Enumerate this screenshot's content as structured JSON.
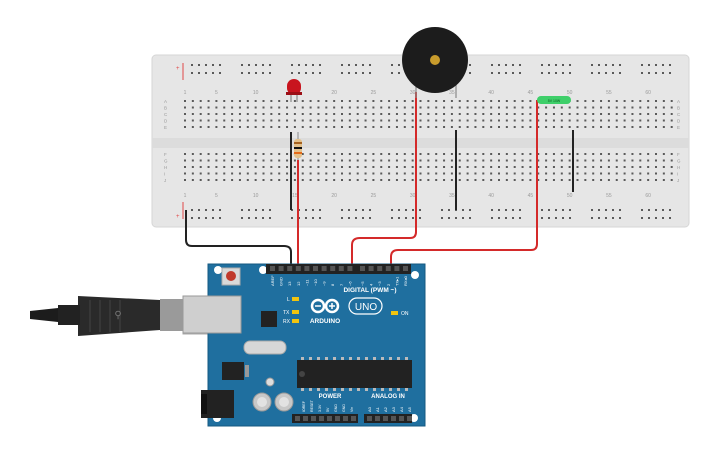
{
  "breadboard": {
    "column_numbers_top": [
      "1",
      "5",
      "10",
      "15",
      "20",
      "25",
      "30",
      "35",
      "40",
      "45",
      "50",
      "55",
      "60"
    ],
    "column_numbers_bottom": [
      "1",
      "5",
      "10",
      "15",
      "20",
      "25",
      "30",
      "35",
      "40",
      "45",
      "50",
      "55",
      "60"
    ],
    "row_letters_top": [
      "A",
      "B",
      "C",
      "D",
      "E"
    ],
    "row_letters_bottom": [
      "F",
      "G",
      "H",
      "I",
      "J"
    ]
  },
  "components": {
    "led_color": "#c8141e",
    "resistor_colors": [
      "#a5611e",
      "#111111",
      "#e36a1a"
    ],
    "green_module_label": "5V 10W",
    "buzzer_color": "#1c1c1c"
  },
  "arduino": {
    "brand": "ARDUINO",
    "model": "UNO",
    "digital_header_label": "DIGITAL (PWM ~)",
    "power_label": "POWER",
    "analog_label": "ANALOG IN",
    "on_label": "ON",
    "l_label": "L",
    "tx_label": "TX",
    "rx_label": "RX",
    "digital_pins": [
      "AREF",
      "GND",
      "13",
      "12",
      "~11",
      "~10",
      "~9",
      "8",
      "7",
      "~6",
      "~5",
      "4",
      "~3",
      "2",
      "TX▸1",
      "RX◂0"
    ],
    "power_pins": [
      "IOREF",
      "RESET",
      "3.3V",
      "5V",
      "GND",
      "GND",
      "Vin"
    ],
    "analog_pins": [
      "A0",
      "A1",
      "A2",
      "A3",
      "A4",
      "A5"
    ]
  },
  "colors": {
    "board_blue": "#1f6f9f",
    "wire_red": "#d42a2a",
    "wire_black": "#222222",
    "breadboard": "#e6e6e6"
  }
}
